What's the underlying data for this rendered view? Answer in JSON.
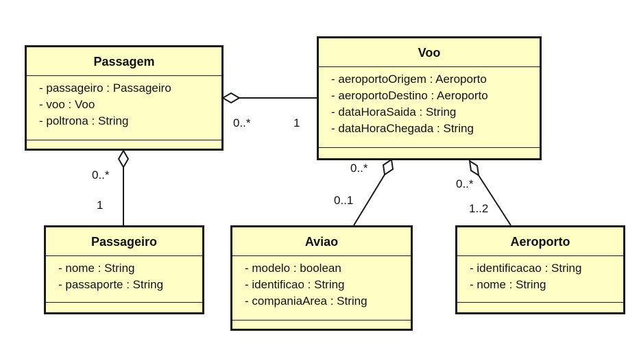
{
  "classes": {
    "passagem": {
      "name": "Passagem",
      "attributes": [
        "- passageiro : Passageiro",
        "- voo : Voo",
        "- poltrona : String"
      ]
    },
    "voo": {
      "name": "Voo",
      "attributes": [
        "- aeroportoOrigem : Aeroporto",
        "- aeroportoDestino : Aeroporto",
        "- dataHoraSaida : String",
        "- dataHoraChegada : String"
      ]
    },
    "passageiro": {
      "name": "Passageiro",
      "attributes": [
        "- nome : String",
        "- passaporte : String"
      ]
    },
    "aviao": {
      "name": "Aviao",
      "attributes": [
        "- modelo : boolean",
        "- identificao : String",
        "- companiaArea : String"
      ]
    },
    "aeroporto": {
      "name": "Aeroporto",
      "attributes": [
        "- identificacao : String",
        "- nome : String"
      ]
    }
  },
  "associations": {
    "passagem_voo": {
      "from_mult": "0..*",
      "to_mult": "1"
    },
    "passagem_passageiro": {
      "from_mult": "0..*",
      "to_mult": "1"
    },
    "voo_aviao": {
      "from_mult": "0..*",
      "to_mult": "0..1"
    },
    "voo_aeroporto": {
      "from_mult": "0..*",
      "to_mult": "1..2"
    }
  }
}
